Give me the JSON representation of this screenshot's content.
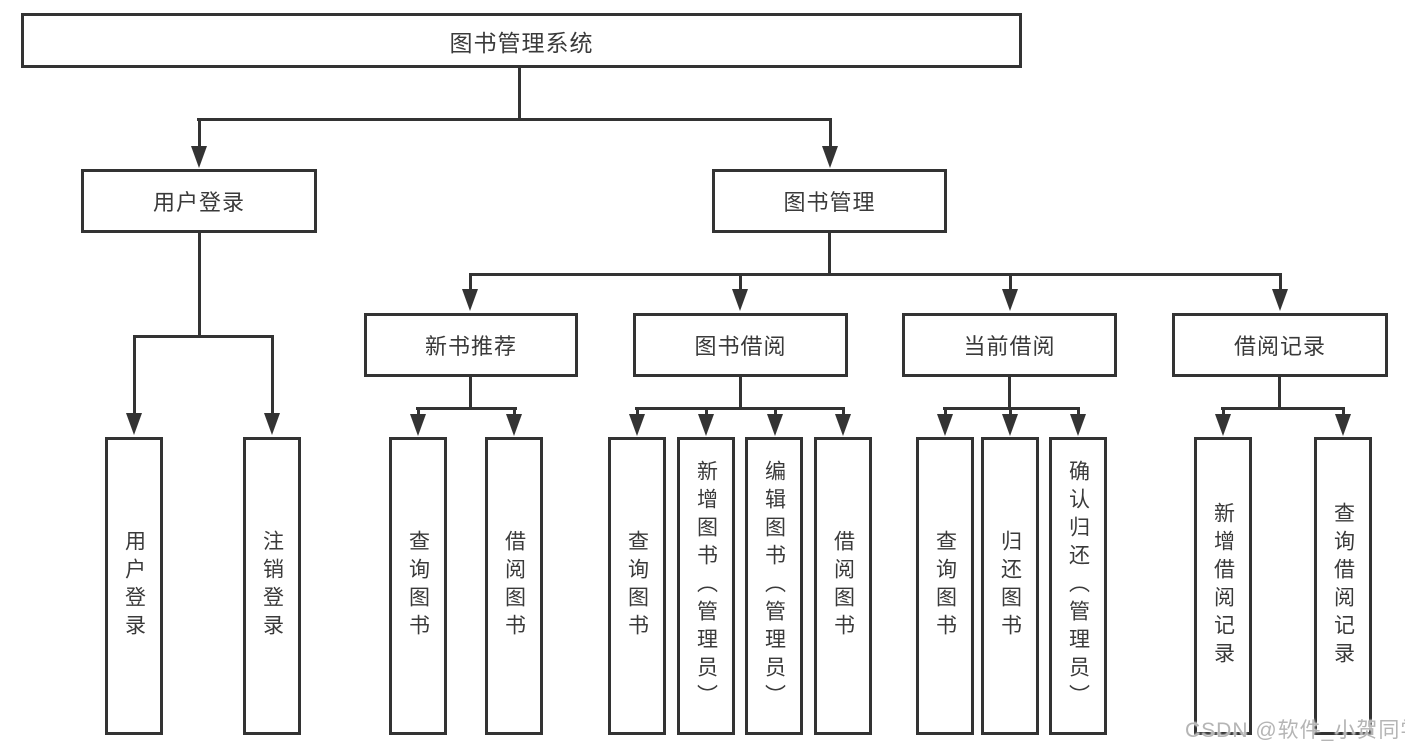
{
  "diagram": {
    "title": "图书管理系统",
    "level2": [
      {
        "label": "用户登录",
        "children": [
          "用户登录",
          "注销登录"
        ]
      },
      {
        "label": "图书管理",
        "children": [
          {
            "label": "新书推荐",
            "children": [
              "查询图书",
              "借阅图书"
            ]
          },
          {
            "label": "图书借阅",
            "children": [
              "查询图书",
              "新增图书（管理员）",
              "编辑图书（管理员）",
              "借阅图书"
            ]
          },
          {
            "label": "当前借阅",
            "children": [
              "查询图书",
              "归还图书",
              "确认归还（管理员）"
            ]
          },
          {
            "label": "借阅记录",
            "children": [
              "新增借阅记录",
              "查询借阅记录"
            ]
          }
        ]
      }
    ]
  },
  "watermark": {
    "text": "CSDN @软件_小贺同学"
  },
  "colors": {
    "line": "#333333",
    "text": "#3a3a3a",
    "box_background": "#ffffff",
    "page_background": "#ffffff",
    "watermark": "#b5b5b5"
  }
}
